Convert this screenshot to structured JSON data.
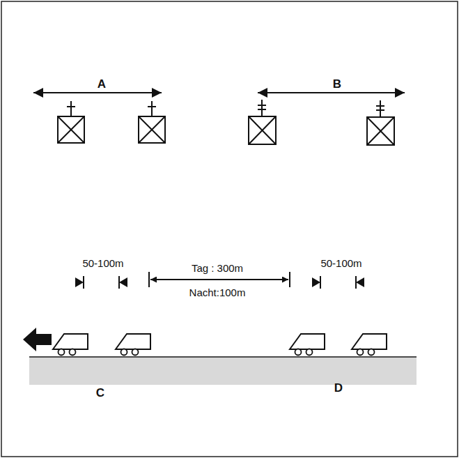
{
  "diagram": {
    "labels": [
      "A",
      "B",
      "50-100m",
      "Tag : 300m",
      "Nacht:100m",
      "50-100m",
      "C",
      "D"
    ]
  }
}
